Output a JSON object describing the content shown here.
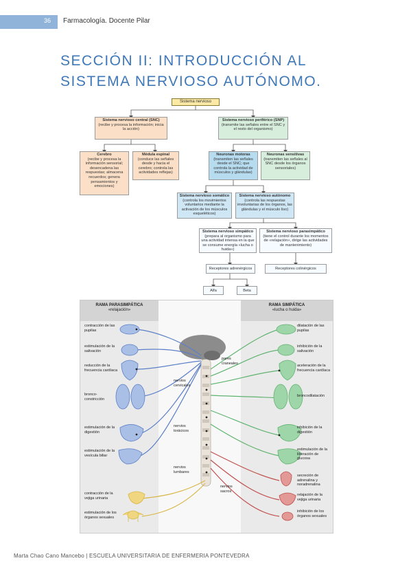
{
  "header": {
    "page_number": "36",
    "title": "Farmacología. Docente Pilar"
  },
  "section_title": "SECCIÓN II: INTRODUCCIÓN AL SISTEMA NERVIOSO AUTÓNOMO.",
  "diagram": {
    "root": "Sistema nervioso",
    "snc": {
      "title": "Sistema nervioso central (SNC)",
      "desc": "(recibe y procesa la información; inicia la acción)"
    },
    "snp": {
      "title": "Sistema nervioso periférico (SNP)",
      "desc": "(transmite las señales entre el SNC y el resto del organismo)"
    },
    "cerebro": {
      "title": "Cerebro",
      "desc": "(recibe y procesa la información sensorial; desencadena las respuestas; almacena recuerdos; genera pensamientos y emociones)"
    },
    "medula": {
      "title": "Médula espinal",
      "desc": "(conduce las señales desde y hacia el cerebro; controla las actividades reflejas)"
    },
    "motoras": {
      "title": "Neuronas motoras",
      "desc": "(transmiten las señales desde el SNC; que controla la actividad de músculos y glándulas)"
    },
    "sensitivas": {
      "title": "Neuronas sensitivas",
      "desc": "(transmiten las señales al SNC desde los órganos sensoriales)"
    },
    "somatico": {
      "title": "Sistema nervioso somático",
      "desc": "(controla los movimientos voluntarios mediante la activación de los músculos esqueléticos)"
    },
    "autonomo": {
      "title": "Sistema nervioso autónomo",
      "desc": "(controla las respuestas involuntarias de los órganos, las glándulas y el músculo liso)"
    },
    "simpatico": {
      "title": "Sistema nervioso simpático",
      "desc": "(prepara al organismo para una actividad intensa en la que se consume energía «lucha o huida»)"
    },
    "parasimpatico": {
      "title": "Sistema nervioso parasimpático",
      "desc": "(tiene el control durante los momentos de «relajación», dirige las actividades de mantenimiento)"
    },
    "adrenergicos": "Receptores adrenérgicos",
    "colinergicos": "Receptores colinérgicos",
    "alfa": "Alfa",
    "beta": "Beta"
  },
  "figure": {
    "left_header": {
      "title": "RAMA PARASIMPÁTICA",
      "subtitle": "«relajación»"
    },
    "right_header": {
      "title": "RAMA SIMPÁTICA",
      "subtitle": "«lucha o huida»"
    },
    "left_labels": [
      "contracción de las pupilas",
      "estimulación de la salivación",
      "reducción de la frecuencia cardíaca",
      "bronco-constricción",
      "estimulación de la digestión",
      "estimulación de la vesícula biliar",
      "contracción de la vejiga urinaria",
      "estimulación de los órganos sexuales"
    ],
    "right_labels": [
      "dilatación de las pupilas",
      "inhibición de la salivación",
      "aceleración de la frecuencia cardíaca",
      "broncodilatación",
      "inhibición de la digestión",
      "estimulación de la liberación de glucosa",
      "secreción de adrenalina y noradrenalina",
      "relajación de la vejiga urinaria",
      "inhibición de los órganos sexuales"
    ],
    "center_labels": {
      "craneales": "pares craneales",
      "cervicales": "nervios cervicales",
      "toracicos": "nervios torácicos",
      "lumbares": "nervios lumbares",
      "sacros": "nervios sacros"
    },
    "colors": {
      "parasympathetic": "#5b7fc7",
      "sympathetic": "#5fb36f",
      "adrenal": "#c0504d",
      "pelvic": "#d9b84a"
    }
  },
  "footer": "Marta Chao Cano Mancebo | ESCUELA UNIVERSITARIA DE ENFERMERIA PONTEVEDRA"
}
